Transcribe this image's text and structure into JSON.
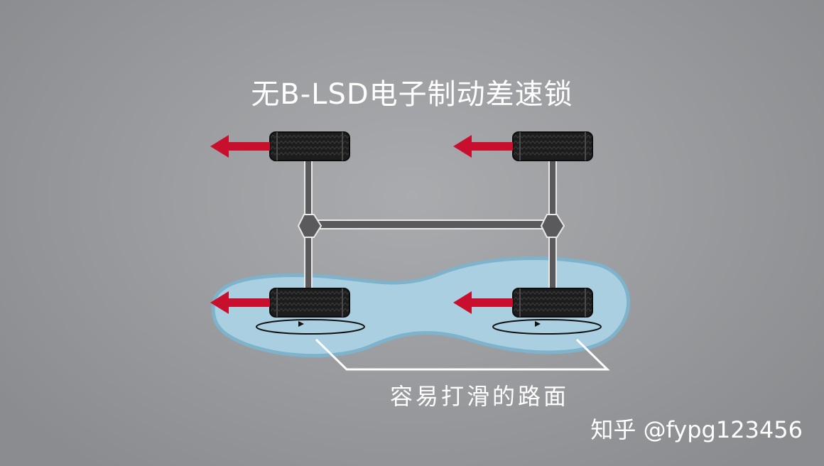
{
  "title": "无B-LSD电子制动差速锁",
  "road_label": "容易打滑的路面",
  "watermark": "知乎 @fypg123456",
  "colors": {
    "background": "#9c9ea1",
    "arrow": "#c8102e",
    "frame": "#5a5a5c",
    "frame_outline": "#e8e8e8",
    "tire": "#1a1a1a",
    "puddle_fill": "#a9cfe0",
    "puddle_edge": "#7fb3cc",
    "text": "#ffffff"
  },
  "icons": {
    "arrow": "left-arrow-icon",
    "tire": "tire-icon",
    "spin": "spin-indicator-icon"
  }
}
